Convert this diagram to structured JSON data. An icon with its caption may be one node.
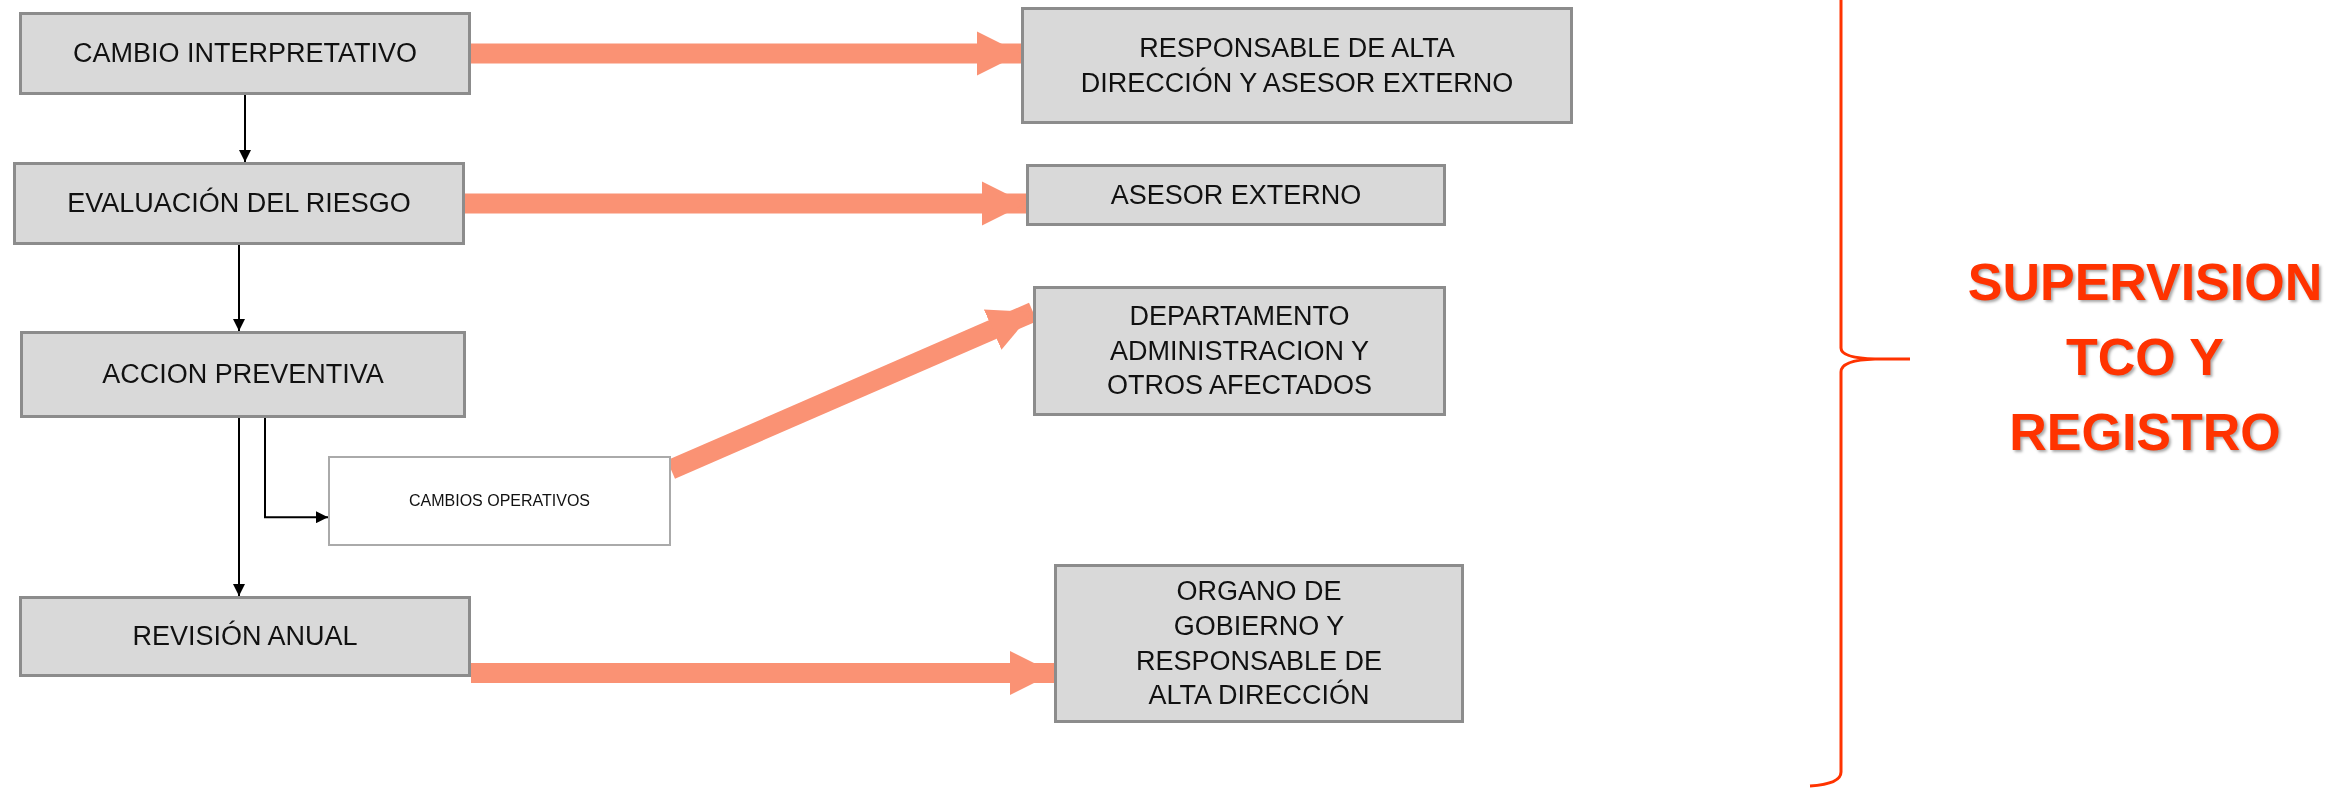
{
  "diagram": {
    "nodes": [
      {
        "text": [
          "CAMBIO INTERPRETATIVO"
        ]
      },
      {
        "text": [
          "RESPONSABLE DE ALTA DIRECCIÓN Y ASESOR EXTERNO"
        ]
      },
      {
        "text": [
          "EVALUACIÓN DEL RIESGO"
        ]
      },
      {
        "text": [
          "ASESOR EXTERNO"
        ]
      },
      {
        "text": [
          "ACCION PREVENTIVA"
        ]
      },
      {
        "text": [
          "DEPARTAMENTO ADMINISTRACION Y OTROS AFECTADOS"
        ]
      },
      {
        "text": [
          "CAMBIOS OPERATIVOS"
        ]
      },
      {
        "text": [
          "REVISIÓN ANUAL"
        ]
      },
      {
        "text": [
          "ORGANO DE GOBIERNO Y RESPONSABLE DE ALTA DIRECCIÓN"
        ]
      }
    ],
    "edges": [
      {
        "from": 0,
        "to": 2,
        "arrow": "to"
      },
      {
        "from": 2,
        "to": 4,
        "arrow": "to"
      },
      {
        "from": 4,
        "to": 7,
        "arrow": "to"
      },
      {
        "from": 4,
        "to": 6,
        "arrow": "to"
      },
      {
        "from": 0,
        "to": 1,
        "arrow": "to",
        "style": "thick",
        "color": "#fa9274"
      },
      {
        "from": 2,
        "to": 3,
        "arrow": "to",
        "style": "thick",
        "color": "#fa9274"
      },
      {
        "from": 6,
        "to": 5,
        "arrow": "to",
        "style": "thick",
        "color": "#fa9274"
      },
      {
        "from": 7,
        "to": 8,
        "arrow": "to",
        "style": "thick",
        "color": "#fa9274"
      }
    ],
    "labels": [
      "SUPERVISION TCO Y REGISTRO"
    ]
  }
}
